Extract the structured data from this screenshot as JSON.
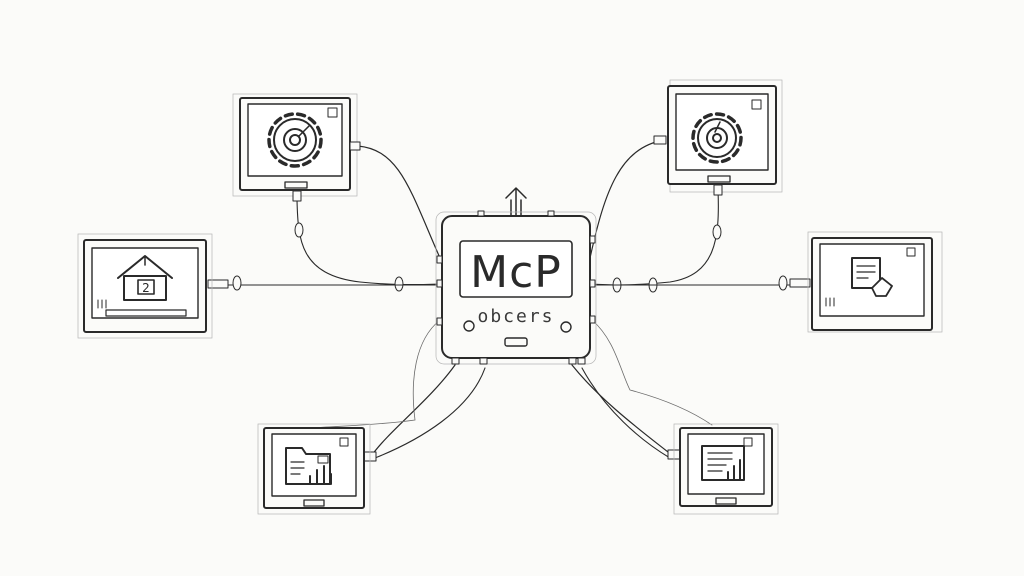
{
  "hub": {
    "title": "McP",
    "subtitle": "obcers"
  },
  "nodes": [
    {
      "id": "top-left",
      "icon": "gear-icon"
    },
    {
      "id": "top-right",
      "icon": "gear-icon"
    },
    {
      "id": "left",
      "icon": "house-icon",
      "icon_text": "2"
    },
    {
      "id": "right",
      "icon": "document-hand-icon"
    },
    {
      "id": "bottom-left",
      "icon": "folder-chart-icon"
    },
    {
      "id": "bottom-right",
      "icon": "document-chart-icon"
    }
  ],
  "colors": {
    "ink": "#2a2a2a",
    "paper": "#fbfbf9"
  }
}
